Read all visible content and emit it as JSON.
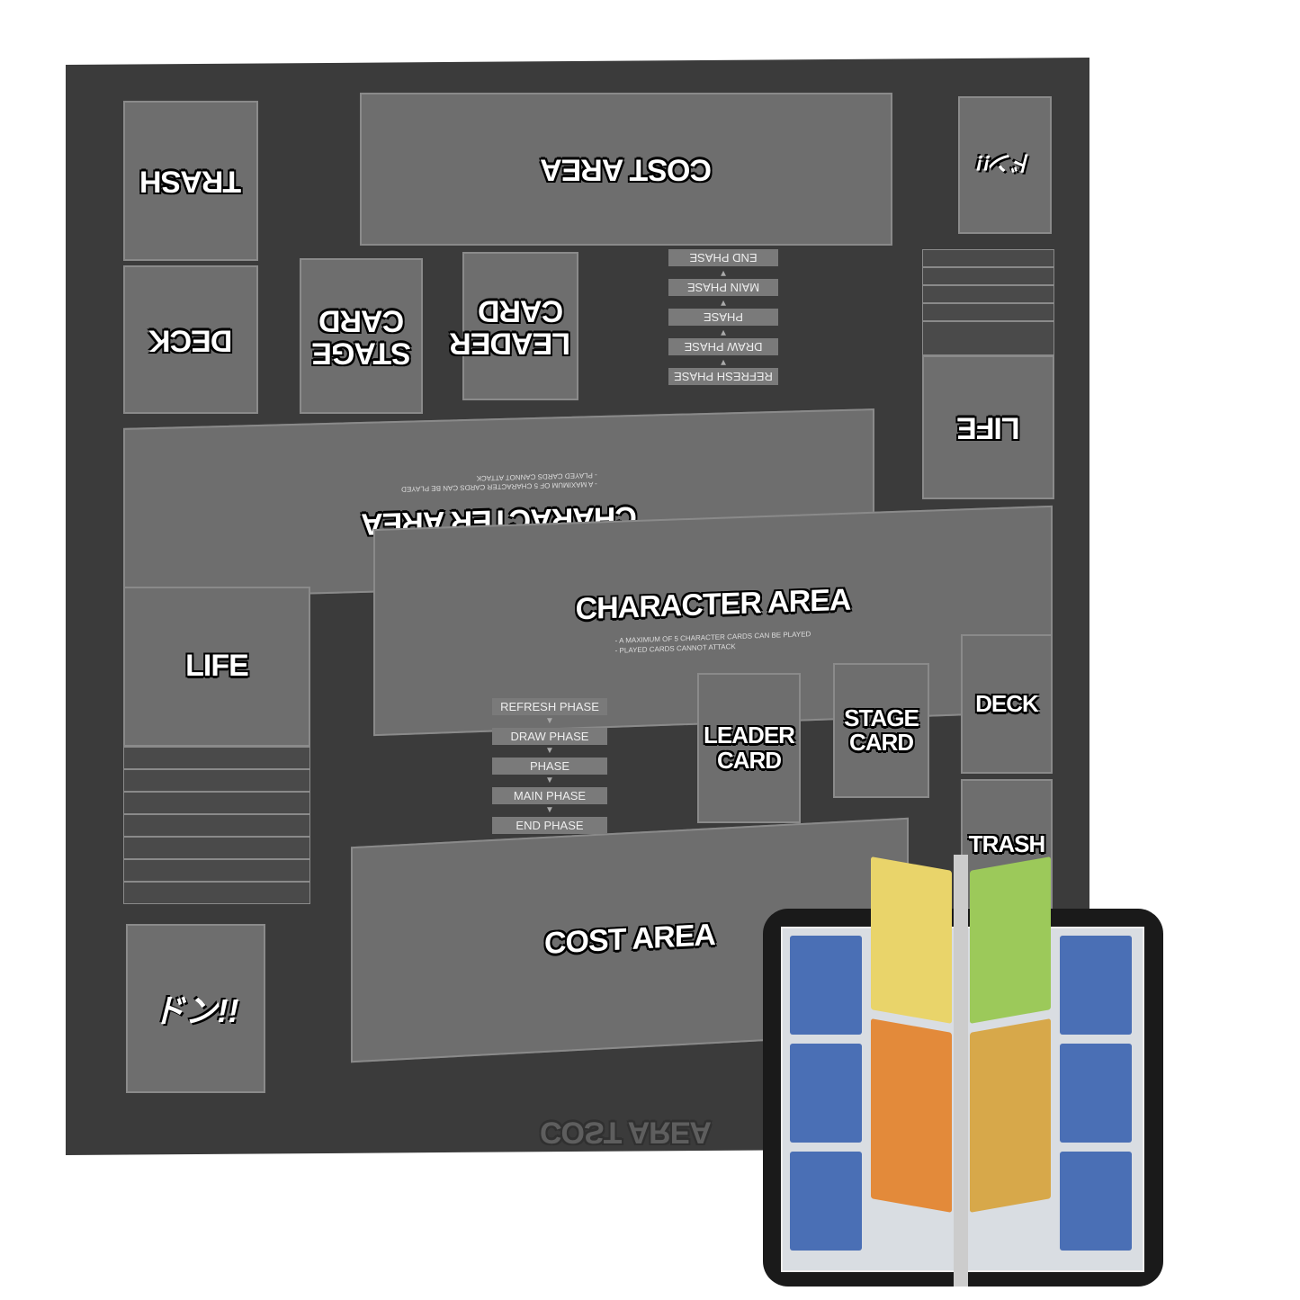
{
  "opponent": {
    "trash": "TRASH",
    "cost_area": "COST AREA",
    "deck": "DECK",
    "stage_card": "STAGE CARD",
    "leader_card": "LEADER CARD",
    "life": "LIFE",
    "character_area": "CHARACTER AREA",
    "rules": [
      "- A MAXIMUM OF 5 CHARACTER CARDS CAN BE PLAYED",
      "- PLAYED CARDS CANNOT ATTACK"
    ],
    "phases": [
      "REFRESH PHASE",
      "DRAW PHASE",
      "PHASE",
      "MAIN PHASE",
      "END PHASE"
    ],
    "logo": "ドン!!"
  },
  "player": {
    "trash": "TRASH",
    "cost_area": "COST AREA",
    "deck": "DECK",
    "stage_card": "STAGE CARD",
    "leader_card": "LEADER CARD",
    "life": "LIFE",
    "character_area": "CHARACTER AREA",
    "rules": [
      "- A MAXIMUM OF 5 CHARACTER CARDS CAN BE PLAYED",
      "- PLAYED CARDS CANNOT ATTACK"
    ],
    "phases": [
      "REFRESH PHASE",
      "DRAW PHASE",
      "PHASE",
      "MAIN PHASE",
      "END PHASE"
    ],
    "logo": "ドン!!"
  },
  "reflection": "COST AREA",
  "colors": {
    "mat": "#3b3b3b",
    "zone": "#6e6e6e",
    "binder": "#1a1a1a"
  }
}
